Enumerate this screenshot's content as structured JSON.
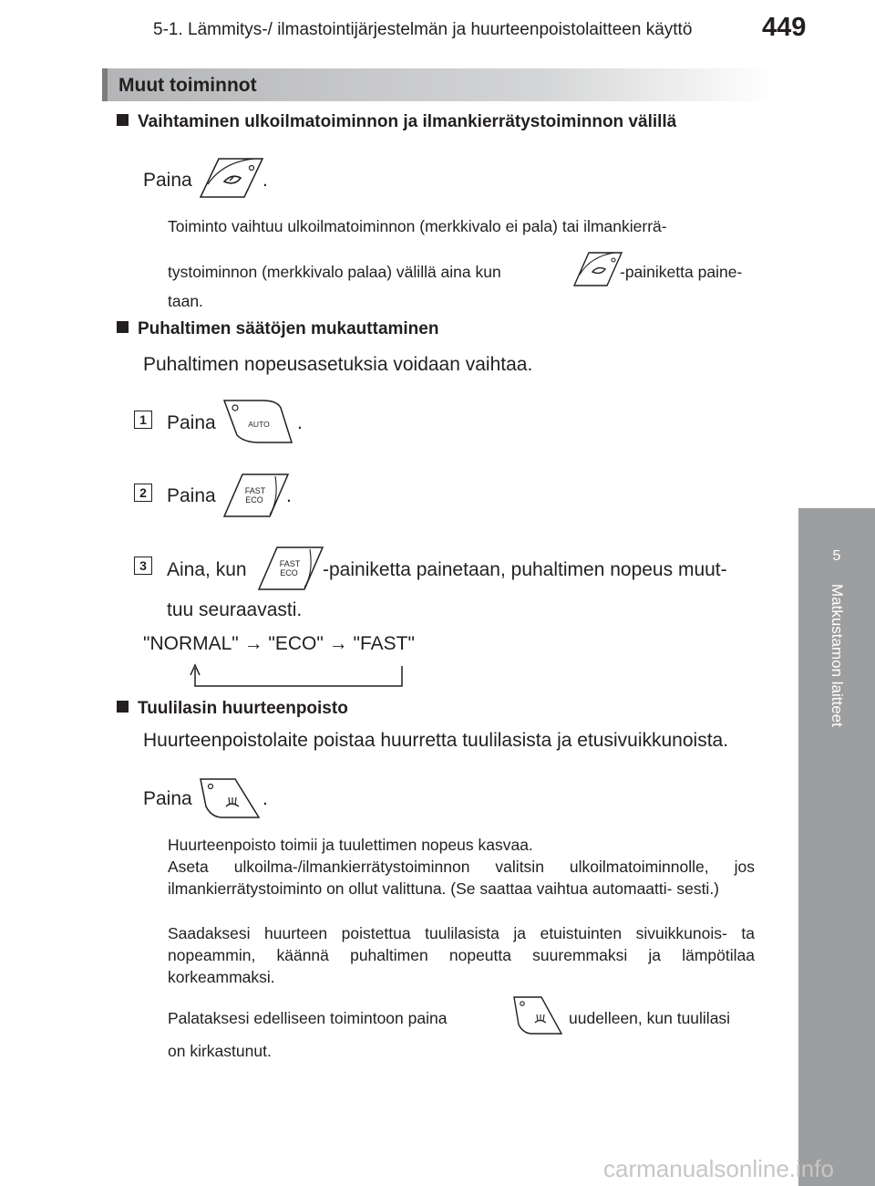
{
  "header": {
    "title": "5-1. Lämmitys-/ ilmastointijärjestelmän ja huurteenpoistolaitteen käyttö",
    "page_number": "449"
  },
  "side_tab": {
    "chapter_number": "5",
    "chapter_label": "Matkustamon laitteet",
    "color": "#9d9e9f"
  },
  "section": {
    "title": "Muut toiminnot"
  },
  "recirculation": {
    "heading": "Vaihtaminen ulkoilmatoiminnon ja ilmankierrätystoiminnon välillä",
    "press_label": "Paina",
    "press_suffix": ".",
    "note_line1": "Toiminto vaihtuu ulkoilmatoiminnon (merkkivalo ei pala) tai ilmankierrä-",
    "note_line2_before": "tystoiminnon (merkkivalo palaa) välillä aina kun",
    "note_line2_after": "-painiketta paine-",
    "note_line3": "taan."
  },
  "fan": {
    "heading": "Puhaltimen säätöjen mukauttaminen",
    "intro": "Puhaltimen nopeusasetuksia voidaan vaihtaa.",
    "steps": [
      {
        "number": "1",
        "text": "Paina",
        "suffix": "."
      },
      {
        "number": "2",
        "text": "Paina",
        "suffix": "."
      },
      {
        "number": "3",
        "text_before": "Aina, kun",
        "text_after": "-painiketta painetaan, puhaltimen nopeus muut-",
        "text_line2": "tuu seuraavasti."
      }
    ],
    "sequence": "\"NORMAL\" → \"ECO\" → \"FAST\""
  },
  "defog": {
    "heading": "Tuulilasin huurteenpoisto",
    "intro": "Huurteenpoistolaite poistaa huurretta tuulilasista ja etusivuikkunoista.",
    "press_label": "Paina",
    "press_suffix": ".",
    "note_line1": "Huurteenpoisto toimii ja tuulettimen nopeus kasvaa.",
    "note_para": "Aseta ulkoilma-/ilmankierrätystoiminnon valitsin ulkoilmatoiminnolle, jos ilmankierrätystoiminto on ollut valittuna. (Se saattaa vaihtua automaatti- sesti.)",
    "note_para2": "Saadaksesi huurteen poistettua tuulilasista ja etuistuinten sivuikkunois- ta nopeammin, käännä puhaltimen nopeutta suuremmaksi ja lämpötilaa korkeammaksi.",
    "return_before": "Palataksesi edelliseen toimintoon paina",
    "return_after": "uudelleen, kun tuulilasi",
    "return_line2": "on kirkastunut."
  },
  "buttons": {
    "auto_label": "AUTO",
    "fast_label": "FAST",
    "eco_label": "ECO"
  },
  "watermark": "carmanualsonline.info"
}
